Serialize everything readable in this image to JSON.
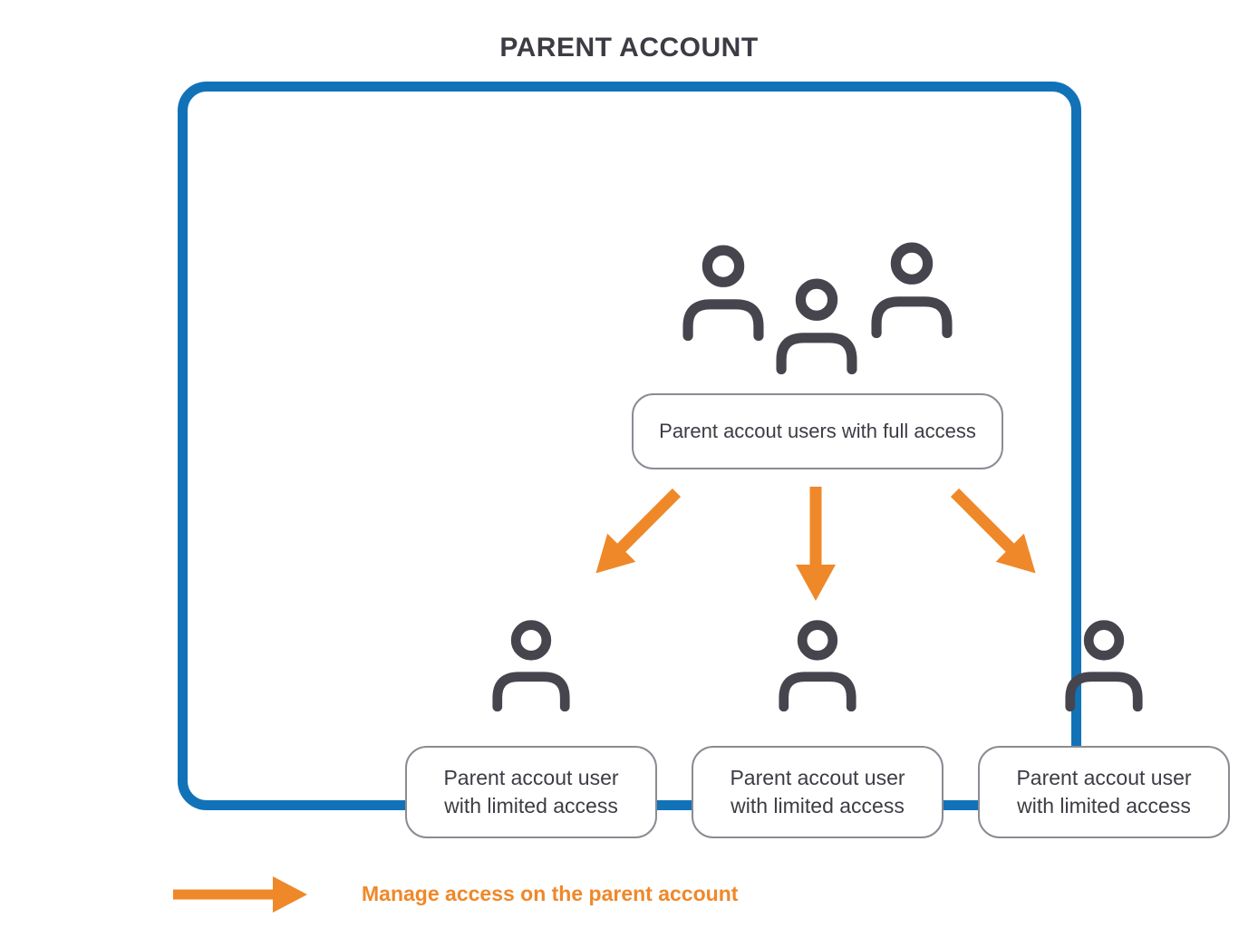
{
  "title": "PARENT ACCOUNT",
  "colors": {
    "border_blue": "#1272b8",
    "arrow_orange": "#ef8829",
    "icon_dark": "#46454e",
    "text_dark": "#3d3c44",
    "box_border_gray": "#8b8b93"
  },
  "parent_box": {
    "group_icon": "users-group-icon",
    "full_access_label": "Parent accout users with full access",
    "arrows": [
      "manage-arrow-down-left-icon",
      "manage-arrow-down-icon",
      "manage-arrow-down-right-icon"
    ],
    "limited_users": [
      {
        "icon": "user-icon",
        "line1": "Parent accout user",
        "line2": "with limited access"
      },
      {
        "icon": "user-icon",
        "line1": "Parent accout user",
        "line2": "with limited access"
      },
      {
        "icon": "user-icon",
        "line1": "Parent accout user",
        "line2": "with limited access"
      }
    ]
  },
  "legend": {
    "icon": "right-arrow-icon",
    "label": "Manage access on the parent account"
  }
}
